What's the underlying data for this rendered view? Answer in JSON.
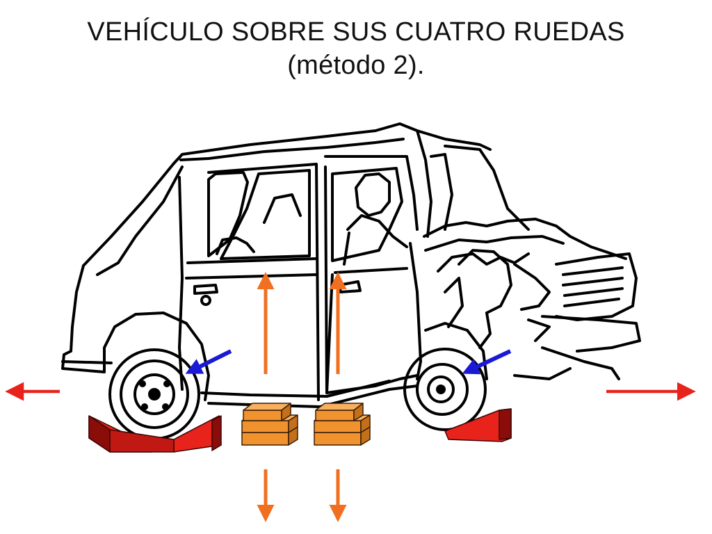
{
  "slide": {
    "title_line1": "VEHÍCULO SOBRE SUS CUATRO RUEDAS",
    "title_line2": "(método 2)."
  },
  "colors": {
    "background": "#ffffff",
    "outline": "#000000",
    "wedge_red": "#e8231c",
    "wedge_dark": "#8a0d0a",
    "arrow_red": "#e8231c",
    "arrow_blue": "#1a1ad6",
    "arrow_orange": "#f07020",
    "block_orange": "#f0922e"
  },
  "icons": [
    "damaged-car-illustration",
    "wheel-chock-wedge",
    "cribbing-block-stack",
    "arrow-left",
    "arrow-right",
    "arrow-up",
    "arrow-down"
  ]
}
